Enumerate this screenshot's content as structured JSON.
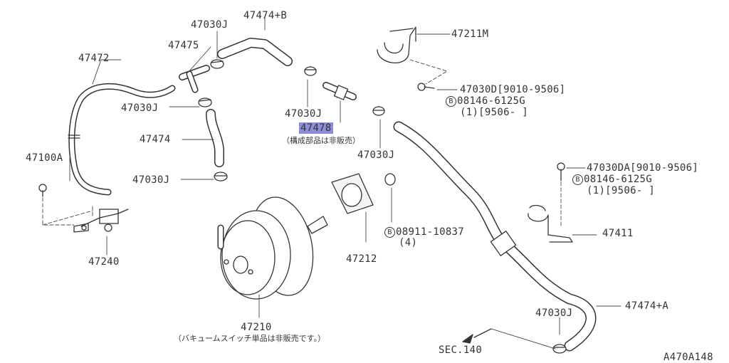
{
  "diagram": {
    "parts": {
      "p47474b": "47474+B",
      "p47030j_top": "47030J",
      "p47475": "47475",
      "p47472": "47472",
      "p47030j_left": "47030J",
      "p47474": "47474",
      "p47100a": "47100A",
      "p47030j_mid": "47030J",
      "p47240": "47240",
      "p47030j_center": "47030J",
      "p47478": "47478",
      "p47478_note": "（構成部品は非販売）",
      "p47030j_right": "47030J",
      "p47211m": "47211M",
      "p47030d": "47030D[9010-9506]",
      "bolt1_code": "08146-6125G",
      "bolt1_qty": "(1)[9506-     ]",
      "p47030da": "47030DA[9010-9506]",
      "bolt2_code": "08146-6125G",
      "bolt2_qty": "(1)[9506-     ]",
      "p47411": "47411",
      "p47212": "47212",
      "nut_code": "08911-10837",
      "nut_qty": "(4)",
      "p47210": "47210",
      "p47210_note": "（バキュームスイッチ単品は非販売です。）",
      "p47030j_bottom": "47030J",
      "p47474a": "47474+A",
      "sec": "SEC.140",
      "diagram_code": "A470A148",
      "circle_b": "B"
    }
  }
}
